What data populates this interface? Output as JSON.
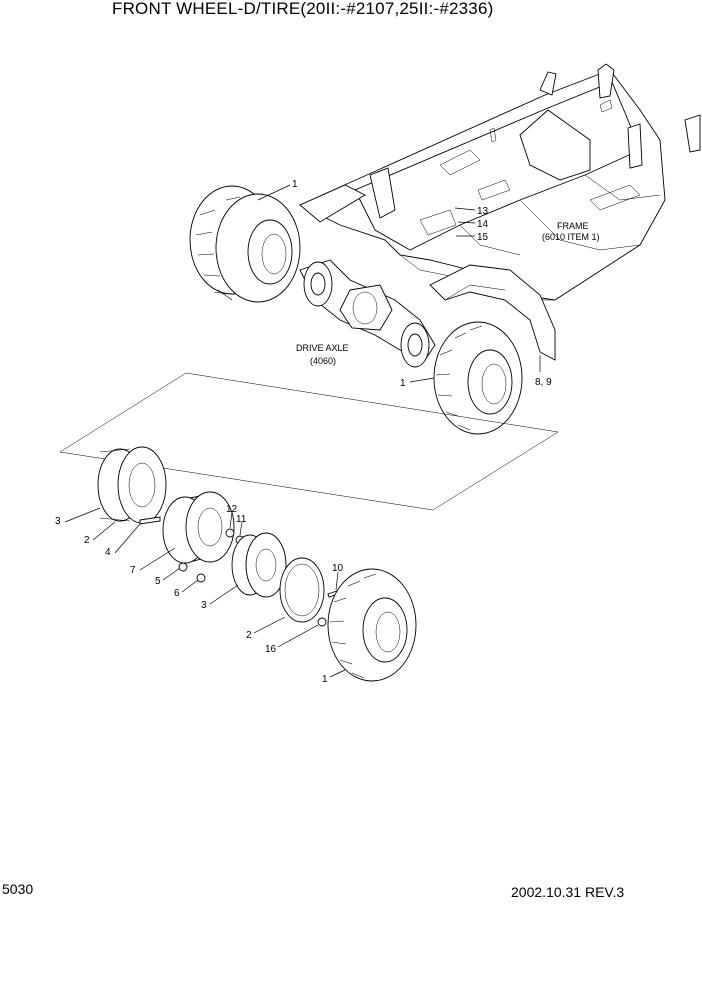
{
  "title": "FRONT WHEEL-D/TIRE(20II:-#2107,25II:-#2336)",
  "page_number": "5030",
  "revision": "2002.10.31 REV.3",
  "callouts": {
    "tire_top_left": "1",
    "bolt_13": "13",
    "washer_14": "14",
    "nut_15": "15",
    "frame": "FRAME",
    "frame_ref": "(6010 ITEM 1)",
    "drive_axle": "DRIVE AXLE",
    "drive_axle_ref": "(4060)",
    "tire_right": "1",
    "fender_bolts": "8, 9",
    "rim_outer_left": "3",
    "ring_2_left": "2",
    "stud_4": "4",
    "spacer_7": "7",
    "nut_5": "5",
    "washer_6": "6",
    "part_12": "12",
    "part_11": "11",
    "rim_3": "3",
    "ring_2": "2",
    "bolt_10": "10",
    "nut_16": "16",
    "tire_bottom": "1"
  }
}
